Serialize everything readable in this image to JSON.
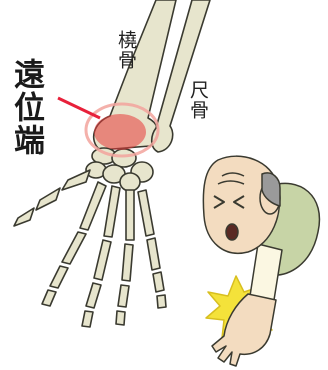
{
  "labels": {
    "distal_end": "遠位端",
    "radius": "橈骨",
    "ulna": "尺骨"
  },
  "colors": {
    "bone_fill": "#e7e5cd",
    "bone_outline": "#3a3a30",
    "highlight": "#e83a3a",
    "pointer_line": "#e8203a",
    "skin": "#f3dcc0",
    "sleeve": "#c7d4a6",
    "shirt": "#fbf7e2",
    "impact": "#f4e23a"
  },
  "icons": [
    "skeleton-hand-icon",
    "elderly-man-falling-icon",
    "impact-burst-icon"
  ]
}
